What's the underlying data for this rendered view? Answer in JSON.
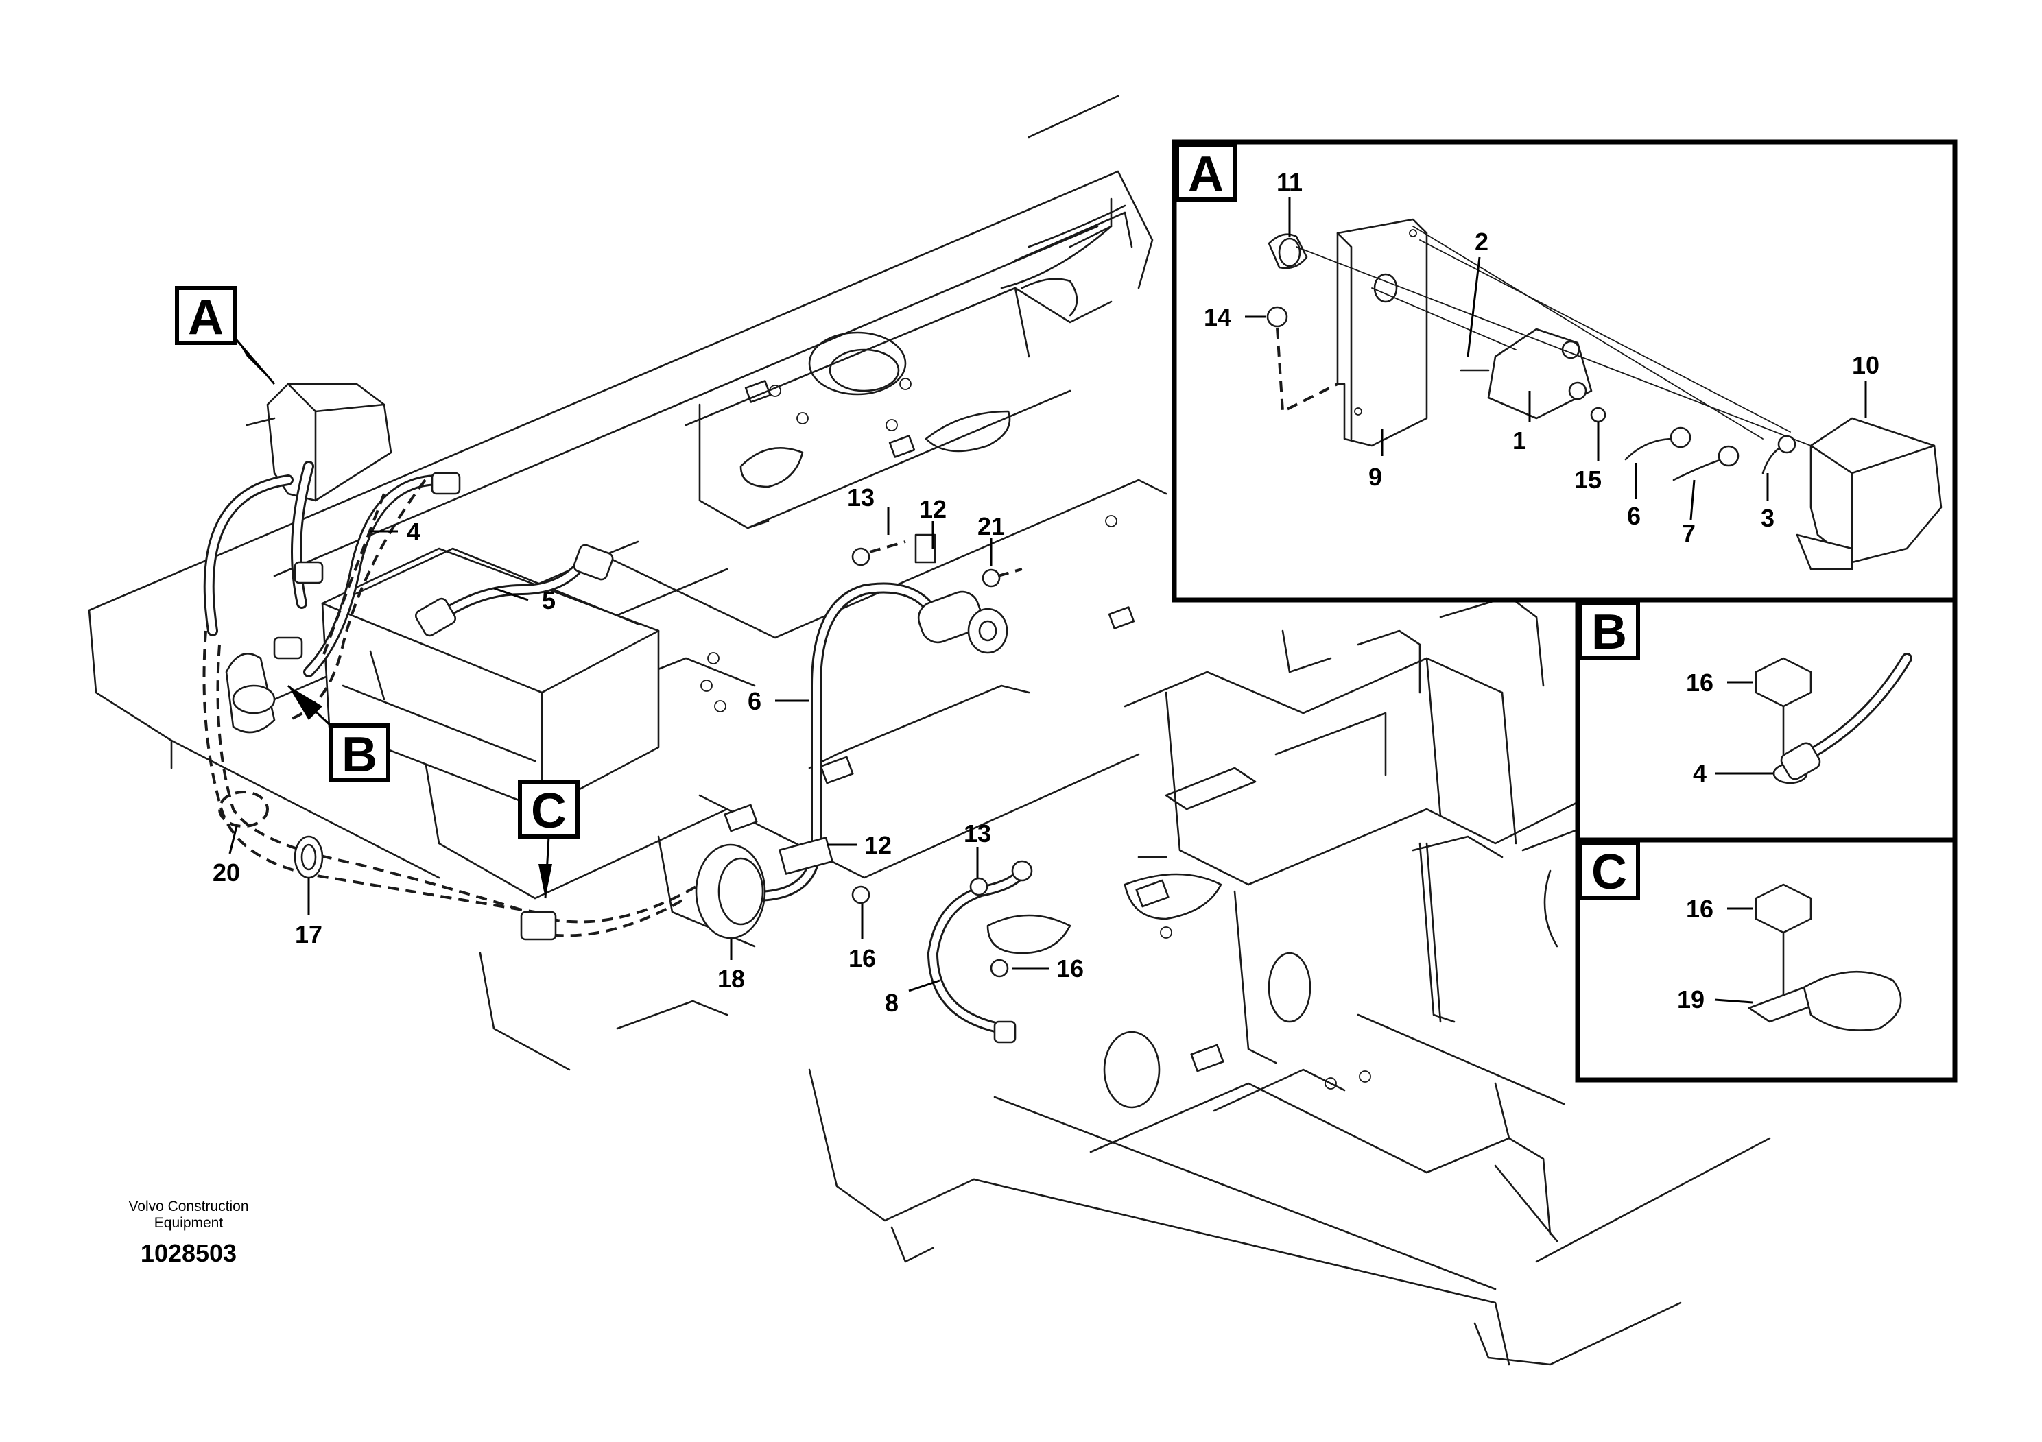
{
  "callouts": {
    "A": "A",
    "B": "B",
    "C": "C"
  },
  "parts": {
    "p1": "1",
    "p2": "2",
    "p3": "3",
    "p4": "4",
    "p5": "5",
    "p6": "6",
    "p7": "7",
    "p8": "8",
    "p9": "9",
    "p10": "10",
    "p11": "11",
    "p12": "12",
    "p13": "13",
    "p14": "14",
    "p15": "15",
    "p16": "16",
    "p17": "17",
    "p18": "18",
    "p19": "19",
    "p20": "20",
    "p21": "21"
  },
  "footer": {
    "company_line1": "Volvo Construction",
    "company_line2": "Equipment",
    "drawing_number": "1028503"
  }
}
